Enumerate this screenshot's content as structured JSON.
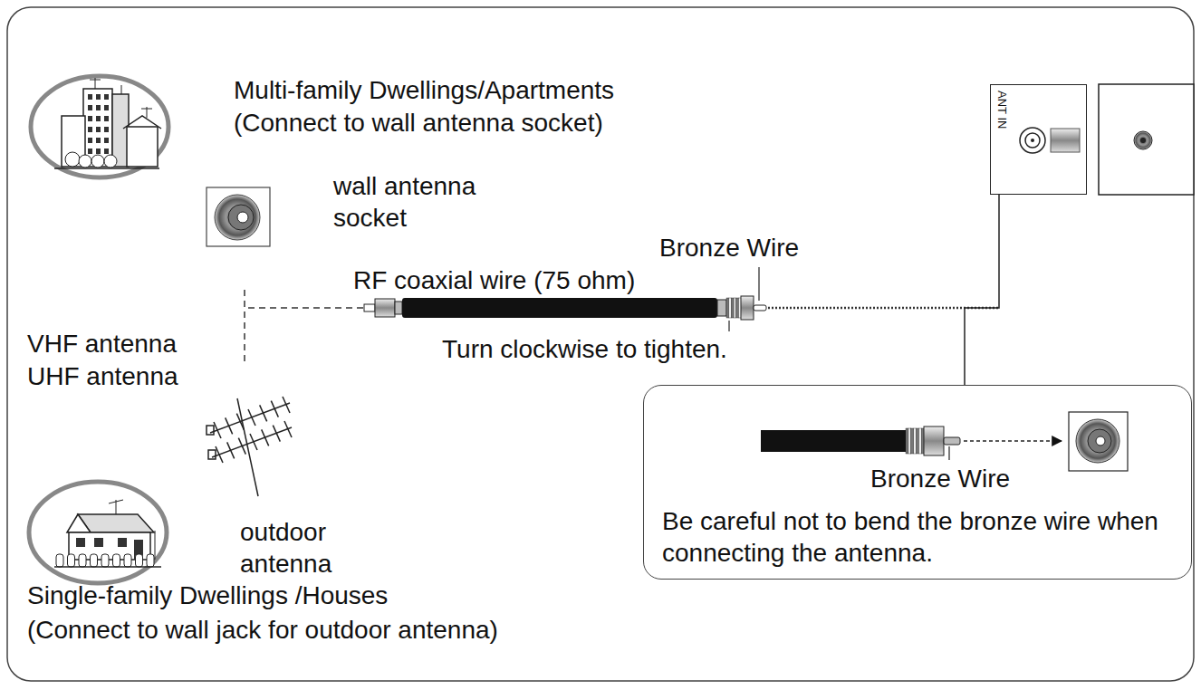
{
  "diagram": {
    "nodes": [
      {
        "text": [
          "ANT IN"
        ]
      },
      {
        "text": [
          "Bronze Wire",
          "Be careful not to bend the bronze wire when connecting the antenna."
        ]
      }
    ],
    "edges": [
      {
        "from": 0,
        "to": 1,
        "arrow": "none"
      }
    ],
    "labels": [
      "Multi-family Dwellings/Apartments",
      "(Connect to wall antenna socket)",
      "wall antenna socket",
      "Bronze Wire",
      "RF coaxial wire (75 ohm)",
      "Turn clockwise to tighten.",
      "VHF antenna",
      "UHF antenna",
      "outdoor antenna",
      "Single-family Dwellings /Houses",
      "(Connect to wall jack for outdoor antenna)"
    ]
  }
}
